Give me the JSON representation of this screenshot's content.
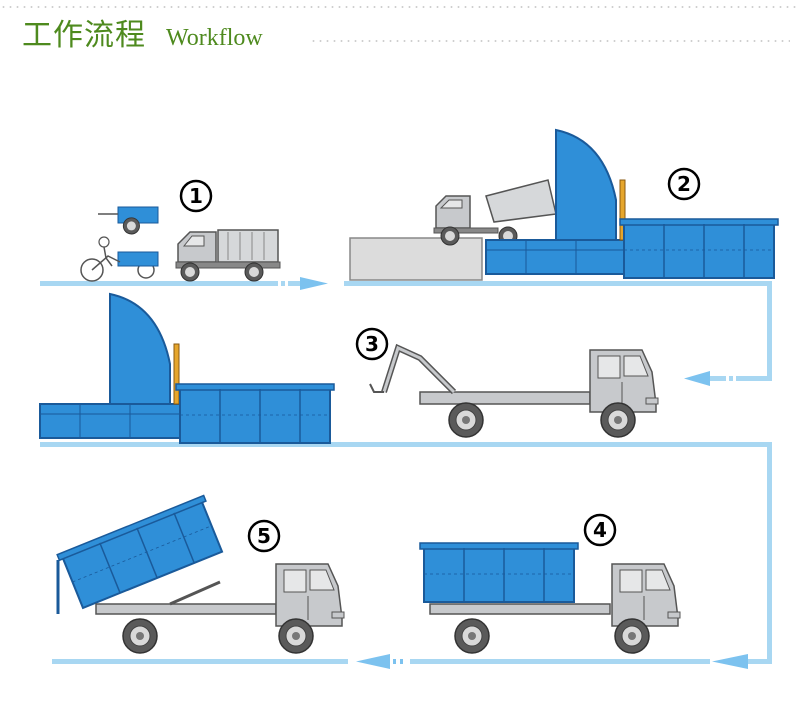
{
  "header": {
    "title_cn": "工作流程",
    "title_en": "Workflow"
  },
  "steps": [
    {
      "number": "1"
    },
    {
      "number": "2"
    },
    {
      "number": "3"
    },
    {
      "number": "4"
    },
    {
      "number": "5"
    }
  ],
  "colors": {
    "title_green": "#4e8a1e",
    "container_blue": "#2f8fd8",
    "container_outline": "#1a5a9a",
    "flow_blue": "#a8d7f2",
    "arrow_blue": "#7cc2ef",
    "truck_gray": "#c7c9cc",
    "truck_outline": "#555555"
  }
}
